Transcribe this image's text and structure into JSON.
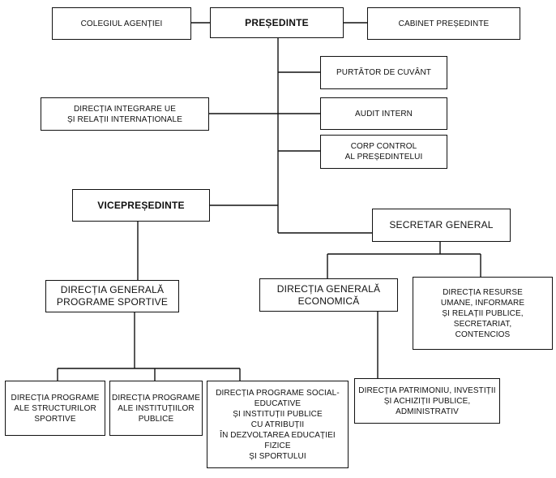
{
  "boxes": {
    "colegiul": "COLEGIUL AGENȚIEI",
    "presedinte": "PREȘEDINTE",
    "cabinet": "CABINET PREȘEDINTE",
    "purtator": "PURTĂTOR DE CUVÂNT",
    "integrare": "DIRECȚIA INTEGRARE UE\nȘI RELAȚII INTERNAȚIONALE",
    "audit": "AUDIT INTERN",
    "corp_control": "CORP CONTROL\nAL PREȘEDINTELUI",
    "vicepresedinte": "VICEPREȘEDINTE",
    "secretar": "SECRETAR GENERAL",
    "dg_programe": "DIRECȚIA GENERALĂ\nPROGRAME SPORTIVE",
    "dg_economica": "DIRECȚIA GENERALĂ\nECONOMICĂ",
    "resurse_umane": "DIRECȚIA RESURSE\nUMANE, INFORMARE\nȘI RELAȚII PUBLICE,\nSECRETARIAT,\nCONTENCIOS",
    "structuri": "DIRECȚIA PROGRAME\nALE STRUCTURILOR\nSPORTIVE",
    "institutii": "DIRECȚIA PROGRAME\nALE INSTITUȚIILOR\nPUBLICE",
    "social": "DIRECȚIA PROGRAME SOCIAL-\nEDUCATIVE\nȘI INSTITUȚII PUBLICE\nCU ATRIBUȚII\nÎN DEZVOLTAREA EDUCAȚIEI\nFIZICE\nȘI SPORTULUI",
    "patrimoniu": "DIRECȚIA PATRIMONIU, INVESTIȚII\nȘI ACHIZIȚII PUBLICE,\nADMINISTRATIV"
  }
}
